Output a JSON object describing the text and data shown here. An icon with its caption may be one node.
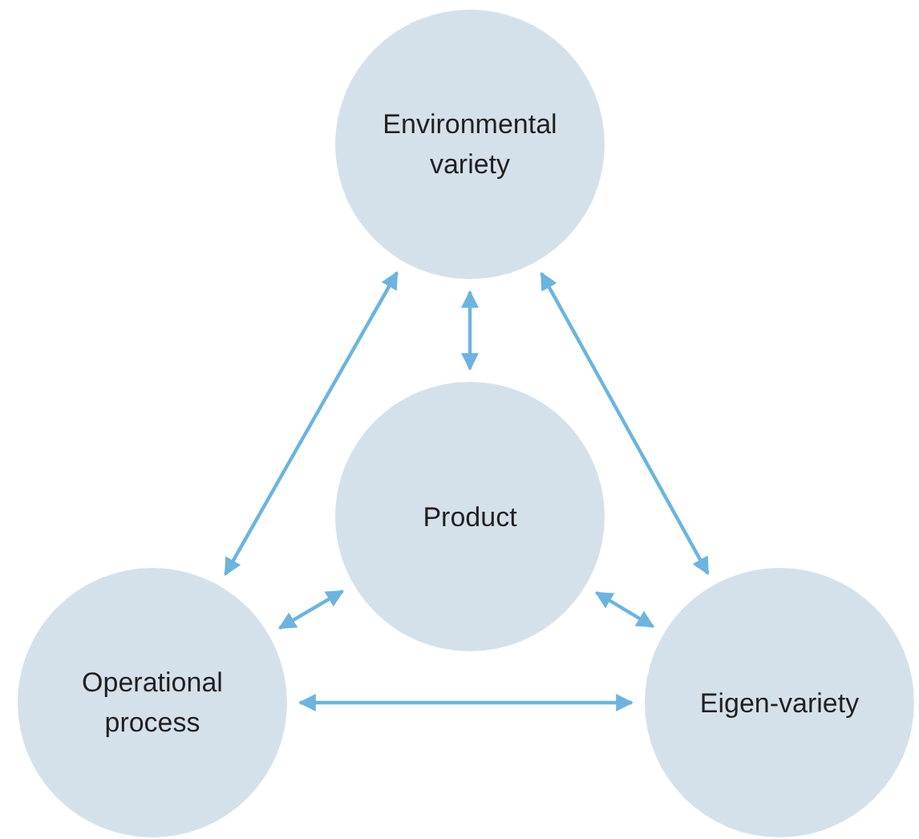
{
  "diagram": {
    "nodes": [
      {
        "text": [
          "Environmental variety"
        ]
      },
      {
        "text": [
          "Product"
        ]
      },
      {
        "text": [
          "Operational process"
        ]
      },
      {
        "text": [
          "Eigen-variety"
        ]
      }
    ],
    "edges": [
      {
        "from": 0,
        "to": 1,
        "arrow": "both"
      },
      {
        "from": 0,
        "to": 2,
        "arrow": "both"
      },
      {
        "from": 0,
        "to": 3,
        "arrow": "both"
      },
      {
        "from": 1,
        "to": 2,
        "arrow": "both"
      },
      {
        "from": 1,
        "to": 3,
        "arrow": "both"
      },
      {
        "from": 2,
        "to": 3,
        "arrow": "both"
      }
    ]
  }
}
